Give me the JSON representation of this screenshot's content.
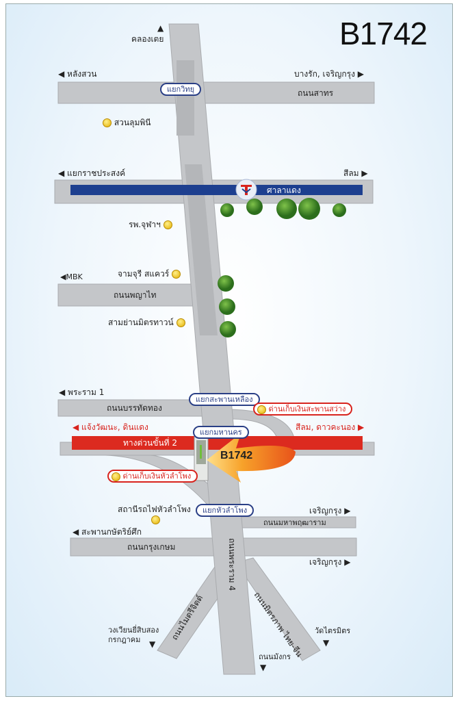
{
  "code": "B1742",
  "colors": {
    "road": "#c4c6c9",
    "bts": "#1d3f8f",
    "expressway": "#dc2a1f",
    "pill_blue": "#2a3f86",
    "pill_red": "#d8231d",
    "arrow": "#f08a1c"
  },
  "directions": {
    "khlong_toei": "คลองเตย",
    "lang_suan": "หลังสวน",
    "bang_rak": "บางรัก, เจริญกรุง",
    "ratchaprasong": "แยกราชประสงค์",
    "silom": "สีลม",
    "mbk": "MBK",
    "rama1": "พระราม 1",
    "chaeng_wattana": "แจ้งวัฒนะ, ดินแดง",
    "silom_daokanong": "สีลม, ดาวคะนอง",
    "charoen_krung_1": "เจริญกรุง",
    "saphan_kasat": "สะพานกษัตริย์ศึก",
    "charoen_krung_2": "เจริญกรุง",
    "wongwian_22": "วงเวียนยี่สิบสอง\nกรกฎาคม",
    "wat_traimit": "วัดไตรมิตร",
    "mangkon": "ถนนมังกร"
  },
  "roads": {
    "sathorn": "ถนนสาทร",
    "bts_station": "ศาลาแดง",
    "phaya_thai": "ถนนพญาไท",
    "banthat_thong": "ถนนบรรทัดทอง",
    "expressway": "ทางด่วนขั้นที่ 2",
    "maha_phruttharam": "ถนนมหาพฤฒาราม",
    "krung_kasem": "ถนนกรุงเกษม",
    "rama4": "ถนนพระราม 4",
    "maitri_chit": "ถนนไมตรีจิตต์",
    "mittraphap": "ถนนมิตรภาพ ไทย-จีน"
  },
  "intersections": {
    "witthayu": "แยกวิทยุ",
    "saphan_lueang": "แยกสะพานเหลือง",
    "mahanakhon": "แยกมหานคร",
    "hua_lamphong": "แยกหัวลำโพง"
  },
  "tollgates": {
    "saphan_sawang": "ด่านเก็บเงินสะพานสว่าง",
    "hua_lamphong": "ด่านเก็บเงินหัวลำโพง"
  },
  "landmarks": {
    "lumphini": "สวนลุมพินี",
    "chulalongkorn": "รพ.จุฬาฯ",
    "chamchuri": "จามจุรี สแควร์",
    "samyan": "สามย่านมิตรทาวน์",
    "hua_lamphong_station": "สถานีรถไฟหัวลำโพง"
  }
}
